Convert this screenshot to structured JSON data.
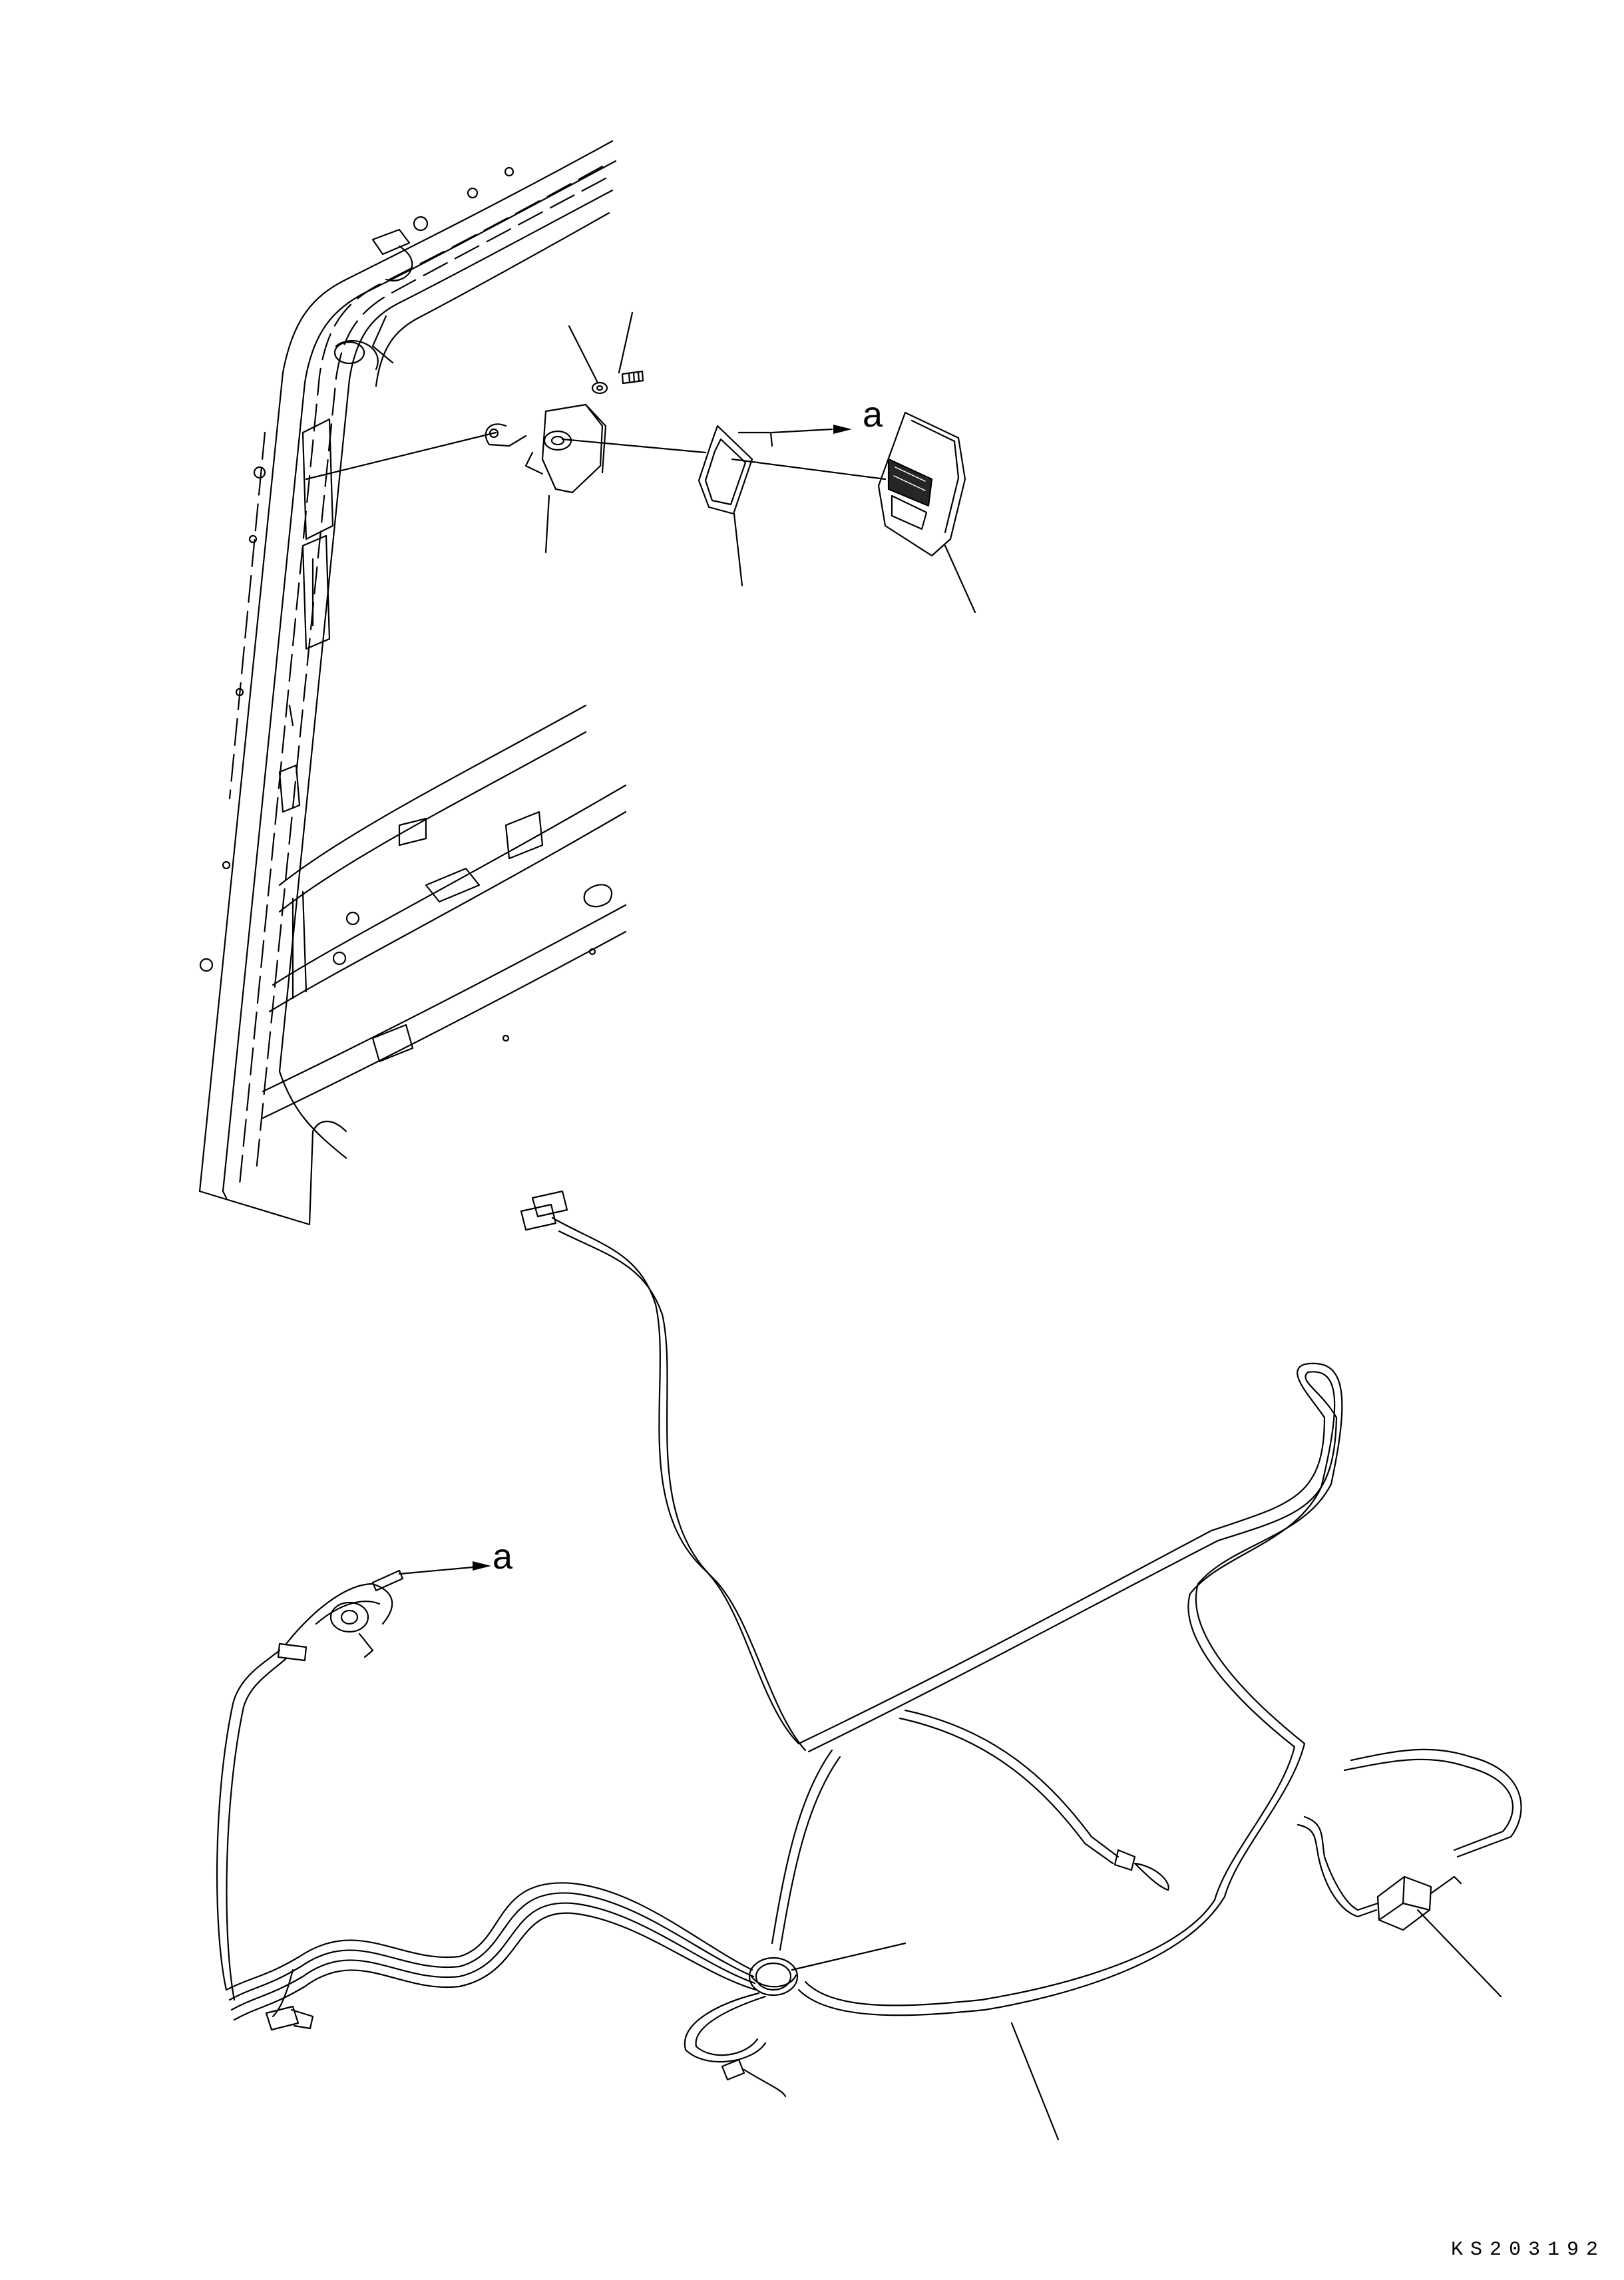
{
  "callouts": {
    "a_top": "a",
    "a_bottom": "a"
  },
  "drawing_code": "KS203192",
  "colors": {
    "line": "#000000",
    "background": "#ffffff"
  }
}
